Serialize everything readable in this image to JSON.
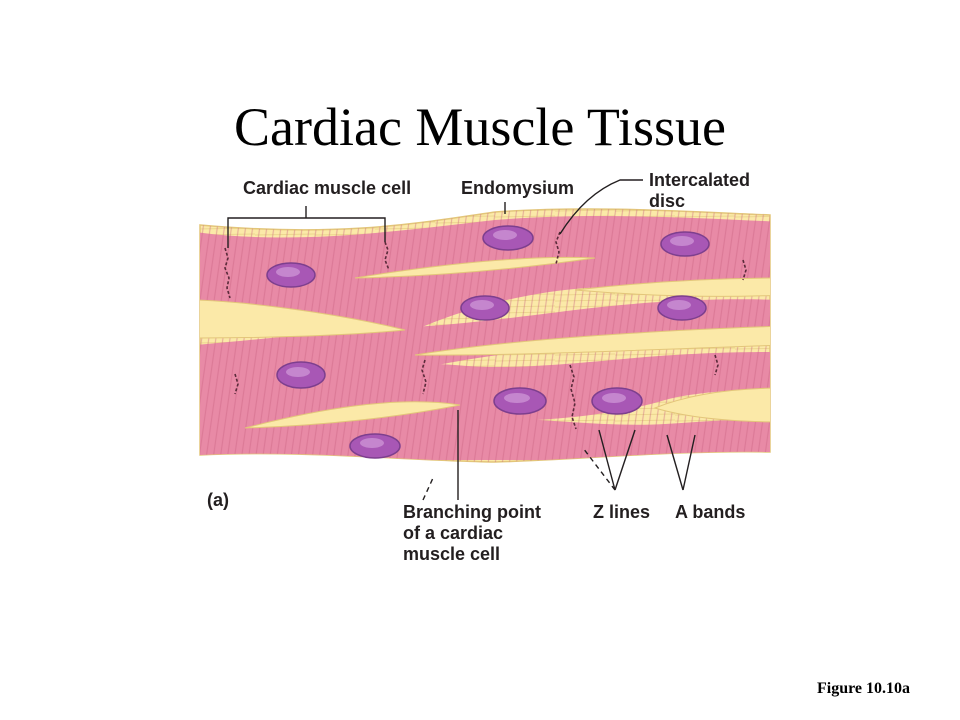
{
  "title": "Cardiac Muscle Tissue",
  "figure_caption": "Figure 10.10a",
  "diagram": {
    "panel_label": "(a)",
    "labels": {
      "cardiac_muscle_cell": "Cardiac muscle cell",
      "endomysium": "Endomysium",
      "intercalated_disc": "Intercalated\ndisc",
      "branching_point": "Branching point\nof a cardiac\nmuscle cell",
      "z_lines": "Z lines",
      "a_bands": "A bands"
    },
    "colors": {
      "muscle": "#e88aa6",
      "connective_tissue": "#fbe9a8",
      "nucleus": "#a857b5",
      "nucleus_highlight": "#d9a5df",
      "striation": "#c9607f",
      "leader_line": "#231f20"
    }
  }
}
